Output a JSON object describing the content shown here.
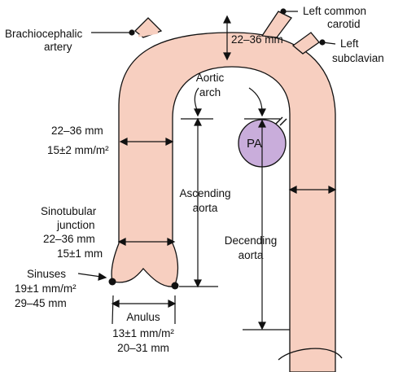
{
  "colors": {
    "aorta_fill": "#f7cfc0",
    "pa_fill": "#c9addb",
    "outline": "#111111"
  },
  "labels": {
    "brachiocephalic": [
      "Brachiocephalic",
      "artery"
    ],
    "left_common_carotid": [
      "Left common",
      "carotid"
    ],
    "left_subclavian": [
      "Left",
      "subclavian"
    ],
    "arch_width": "22–36 mm",
    "aortic_arch": [
      "Aortic",
      "arch"
    ],
    "ascending_width": [
      "22–36 mm",
      "15±2 mm/m²"
    ],
    "ascending_aorta": [
      "Ascending",
      "aorta"
    ],
    "sinotubular": [
      "Sinotubular",
      "junction",
      "22–36 mm",
      "15±1 mm"
    ],
    "sinuses": [
      "Sinuses",
      "19±1 mm/m²",
      "29–45 mm"
    ],
    "anulus": [
      "Anulus",
      "13±1 mm/m²",
      "20–31 mm"
    ],
    "descending_aorta": [
      "Decending",
      "aorta"
    ],
    "pa": "PA"
  }
}
